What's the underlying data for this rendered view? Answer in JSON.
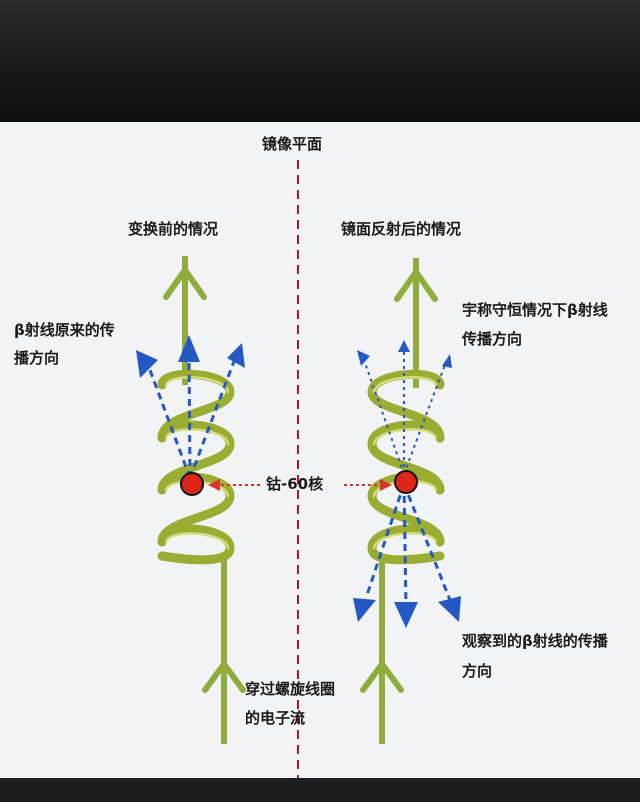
{
  "mirror_plane_label": "镜像平面",
  "left_title": "变换前的情况",
  "right_title": "镜面反射后的情况",
  "left_beta": {
    "line1": "β射线原来的传",
    "line2": "播方向"
  },
  "right_beta_conserved": {
    "line1": "宇称守恒情况下β射线",
    "line2": "传播方向"
  },
  "nucleus_label": "钴-60核",
  "electron_flow": {
    "line1": "穿过螺旋线圈",
    "line2": "的电子流"
  },
  "observed_beta": {
    "line1": "观察到的β射线的传播",
    "line2": "方向"
  },
  "colors": {
    "coil": "#a4b53a",
    "coil_highlight": "#d4de7c",
    "wire": "#8fac3c",
    "arrow_blue": "#2459c4",
    "nucleus": "#e0261a",
    "mirror_line": "#b0123e",
    "pointer": "#d9342a"
  }
}
